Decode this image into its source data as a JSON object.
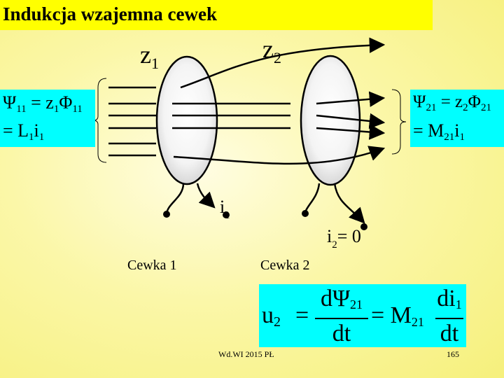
{
  "slide": {
    "title": "Indukcja wzajemna cewek",
    "footer_left": "Wd.WI 2015 PŁ",
    "page_number": "165"
  },
  "diagram": {
    "coil1_turns": "z",
    "coil1_turns_sub": "1",
    "coil2_turns": "z",
    "coil2_turns_sub": "2",
    "current1": "i",
    "current1_sub": "1",
    "current2": "i",
    "current2_sub": "2",
    "current2_value": "= 0",
    "coil1_label": "Cewka 1",
    "coil2_label": "Cewka 2"
  },
  "formulas": {
    "left": {
      "line1_lhs": "Ψ",
      "line1_lhs_sub": "11",
      "line1_eq": "= z",
      "line1_z_sub": "1",
      "line1_phi": "Φ",
      "line1_phi_sub": "11",
      "line2_eq": "= L",
      "line2_l_sub": "1",
      "line2_i": "i",
      "line2_i_sub": "1"
    },
    "right": {
      "line1_lhs": "Ψ",
      "line1_lhs_sub": "21",
      "line1_eq": "= z",
      "line1_z_sub": "2",
      "line1_phi": "Φ",
      "line1_phi_sub": "21",
      "line2_eq": "= M",
      "line2_m_sub": "21",
      "line2_i": "i",
      "line2_i_sub": "1"
    },
    "bottom": {
      "u": "u",
      "u_sub": "2",
      "eq1": "=",
      "num1": "dΨ",
      "num1_sub": "21",
      "den1": "dt",
      "eq2": "= M",
      "m_sub": "21",
      "num2": "di",
      "num2_sub": "1",
      "den2": "dt"
    }
  }
}
